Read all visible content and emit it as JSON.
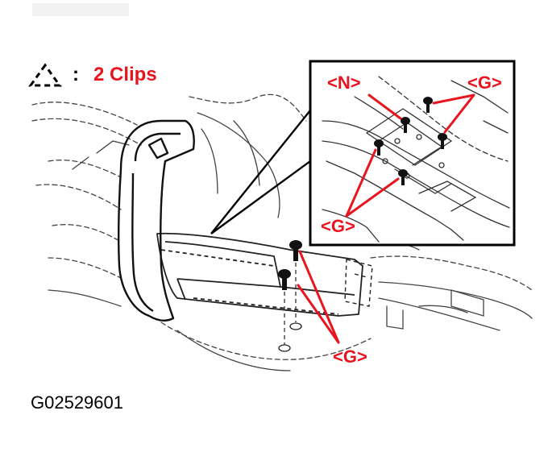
{
  "legend": {
    "colon": ":",
    "clip_text": "2 Clips",
    "symbol_icon": "dashed-triangle-icon"
  },
  "callouts": {
    "n_label": "<N>",
    "g_label_top": "<G>",
    "g_label_inset_bottom": "<G>",
    "g_label_main": "<G>"
  },
  "figure_id": "G02529601",
  "colors": {
    "callout_red": "#e8141e",
    "line_black": "#000000",
    "sketch_gray": "#444444"
  }
}
